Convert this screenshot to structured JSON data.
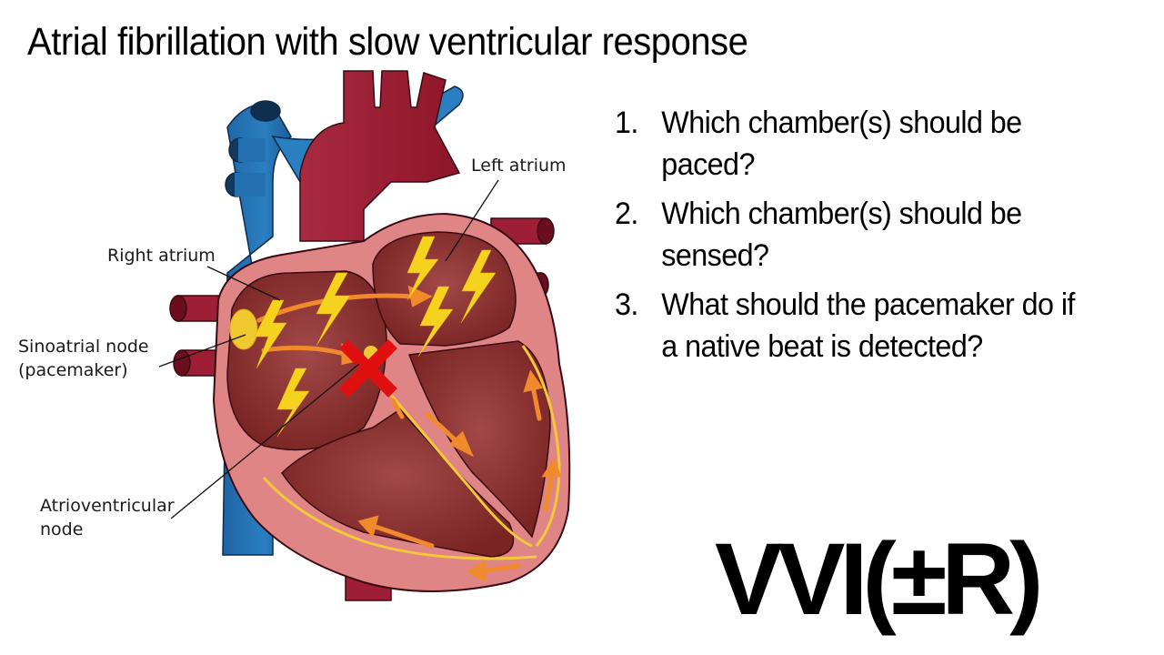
{
  "slide": {
    "title": "Atrial fibrillation with slow ventricular response"
  },
  "diagram": {
    "labels": {
      "left_atrium": "Left atrium",
      "right_atrium": "Right atrium",
      "sa_node_line1": "Sinoatrial node",
      "sa_node_line2": "(pacemaker)",
      "av_node_line1": "Atrioventricular",
      "av_node_line2": "node"
    },
    "colors": {
      "vein_blue": "#2370b0",
      "artery_red": "#9e1f35",
      "wall_pink": "#e08585",
      "chamber": "#8c2e2e",
      "bolt_yellow": "#f5d21e",
      "arrow_orange": "#f08a2c",
      "block_x_red": "#e01010"
    }
  },
  "questions": [
    {
      "num": "1.",
      "line1": "Which chamber(s) should be",
      "line2": "paced?"
    },
    {
      "num": "2.",
      "line1": "Which chamber(s) should be",
      "line2": "sensed?"
    },
    {
      "num": "3.",
      "line1": "What should the pacemaker do if",
      "line2": "a native beat is detected?"
    }
  ],
  "answer": {
    "mode": "VVI(±R)"
  }
}
